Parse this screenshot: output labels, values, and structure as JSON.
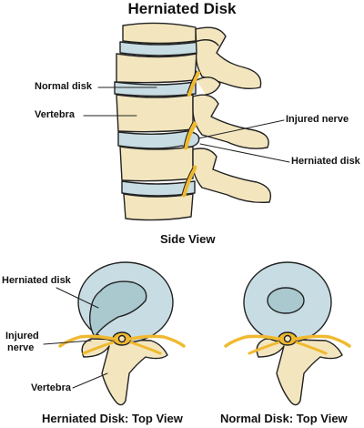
{
  "title": "Herniated Disk",
  "side_view": {
    "caption": "Side View",
    "labels": {
      "normal_disk": "Normal disk",
      "vertebra": "Vertebra",
      "injured_nerve": "Injured nerve",
      "herniated_disk": "Herniated disk"
    }
  },
  "top_herniated": {
    "caption": "Herniated Disk: Top View",
    "labels": {
      "herniated_disk": "Herniated disk",
      "injured_nerve_line1": "Injured",
      "injured_nerve_line2": "nerve",
      "vertebra": "Vertebra"
    }
  },
  "top_normal": {
    "caption": "Normal Disk: Top View"
  },
  "colors": {
    "bone": "#f3e6bf",
    "disk": "#c8dde3",
    "disk_inner": "#a9c9cf",
    "nerve": "#f0b930",
    "outline": "#222222"
  }
}
